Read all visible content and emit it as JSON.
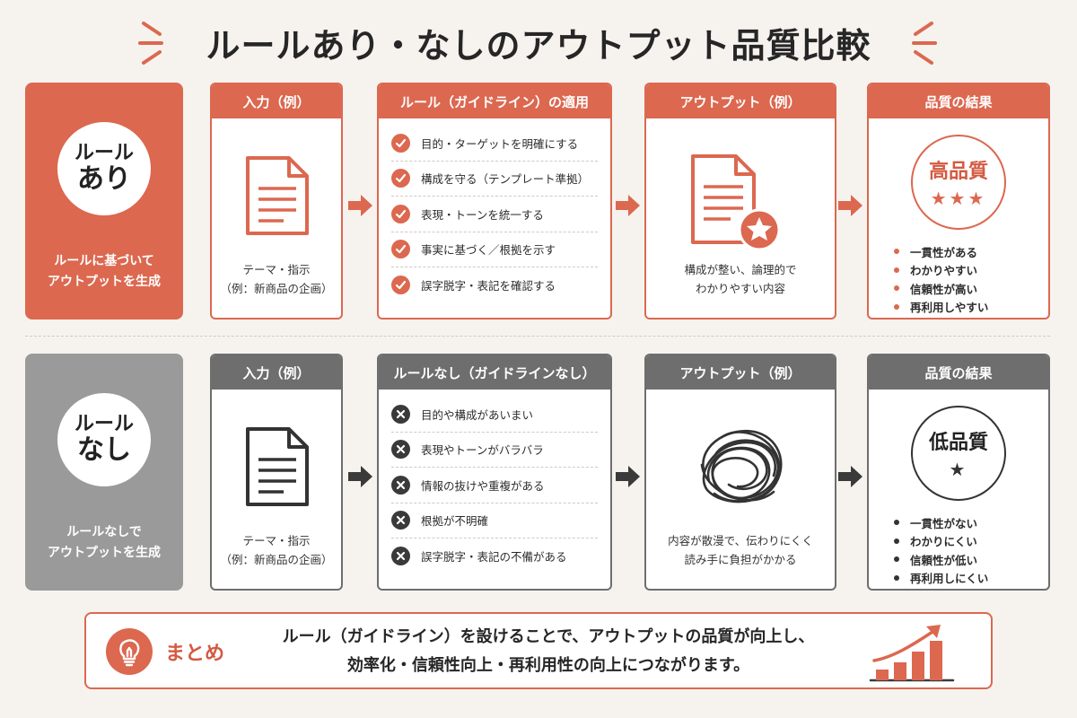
{
  "title": "ルールあり・なしのアウトプット品質比較",
  "colors": {
    "accent": "#dc6850",
    "gray_panel": "#9a9a9a",
    "dark": "#6e6e6e",
    "background": "#f6f3ef"
  },
  "with_rules": {
    "badge_line1": "ルール",
    "badge_line2": "あり",
    "caption_line1": "ルールに基づいて",
    "caption_line2": "アウトプットを生成",
    "input": {
      "header": "入力（例）",
      "icon": "document-icon",
      "caption_line1": "テーマ・指示",
      "caption_line2": "（例：新商品の企画）"
    },
    "rules": {
      "header": "ルール（ガイドライン）の適用",
      "icon": "check-circle-icon",
      "items": [
        "目的・ターゲットを明確にする",
        "構成を守る（テンプレート準拠）",
        "表現・トーンを統一する",
        "事実に基づく／根拠を示す",
        "誤字脱字・表記を確認する"
      ]
    },
    "output": {
      "header": "アウトプット（例）",
      "icon": "document-star-icon",
      "caption_line1": "構成が整い、論理的で",
      "caption_line2": "わかりやすい内容"
    },
    "quality": {
      "header": "品質の結果",
      "label": "高品質",
      "stars": "★★★",
      "rating": 3,
      "items": [
        "一貫性がある",
        "わかりやすい",
        "信頼性が高い",
        "再利用しやすい"
      ]
    }
  },
  "without_rules": {
    "badge_line1": "ルール",
    "badge_line2": "なし",
    "caption_line1": "ルールなしで",
    "caption_line2": "アウトプットを生成",
    "input": {
      "header": "入力（例）",
      "icon": "document-icon",
      "caption_line1": "テーマ・指示",
      "caption_line2": "（例：新商品の企画）"
    },
    "rules": {
      "header": "ルールなし（ガイドラインなし）",
      "icon": "x-circle-icon",
      "items": [
        "目的や構成があいまい",
        "表現やトーンがバラバラ",
        "情報の抜けや重複がある",
        "根拠が不明確",
        "誤字脱字・表記の不備がある"
      ]
    },
    "output": {
      "header": "アウトプット（例）",
      "icon": "scribble-icon",
      "caption_line1": "内容が散漫で、伝わりにくく",
      "caption_line2": "読み手に負担がかかる"
    },
    "quality": {
      "header": "品質の結果",
      "label": "低品質",
      "stars": "★",
      "rating": 1,
      "items": [
        "一貫性がない",
        "わかりにくい",
        "信頼性が低い",
        "再利用しにくい"
      ]
    }
  },
  "summary": {
    "label": "まとめ",
    "icon": "lightbulb-icon",
    "line1": "ルール（ガイドライン）を設けることで、アウトプットの品質が向上し、",
    "line2": "効率化・信頼性向上・再利用性の向上につながります。",
    "chart_icon": "growth-chart-icon"
  }
}
